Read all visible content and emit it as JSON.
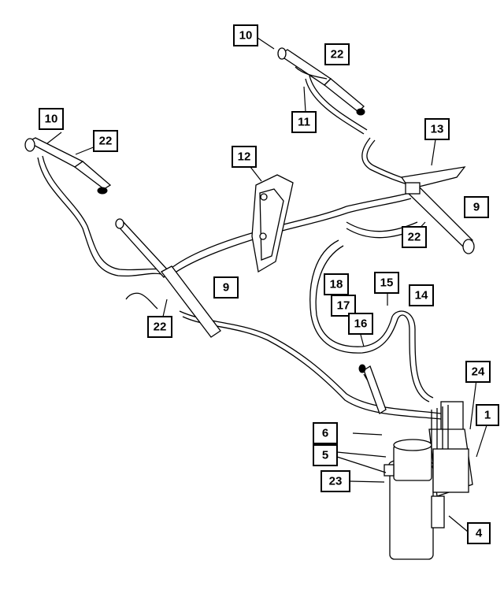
{
  "callouts": {
    "c10a": "10",
    "c22a": "22",
    "c11": "11",
    "c10b": "10",
    "c22b": "22",
    "c12": "12",
    "c13": "13",
    "c9a": "9",
    "c22c": "22",
    "c9b": "9",
    "c18": "18",
    "c15": "15",
    "c14": "14",
    "c17": "17",
    "c16": "16",
    "c22d": "22",
    "c24": "24",
    "c1": "1",
    "c6": "6",
    "c5": "5",
    "c23": "23",
    "c4": "4"
  },
  "colors": {
    "line": "#000000",
    "background": "#ffffff"
  }
}
